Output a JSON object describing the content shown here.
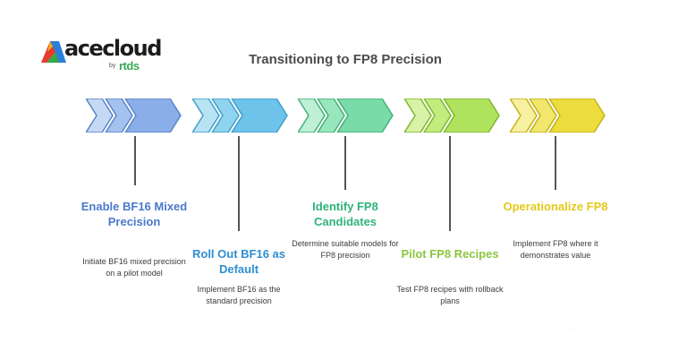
{
  "logo": {
    "wordmark": "acecloud",
    "by": "by",
    "brand": "rtds"
  },
  "title": "Transitioning to FP8 Precision",
  "steps": [
    {
      "heading": "Enable BF16 Mixed Precision",
      "description": "Initiate BF16 mixed precision on a pilot model",
      "colors": {
        "light": "#c5d9f5",
        "mid": "#a4c2ef",
        "dark": "#8aaee8",
        "edge": "#5d84c8",
        "text": "#4a79cc"
      }
    },
    {
      "heading": "Roll Out BF16 as Default",
      "description": "Implement BF16 as the standard precision",
      "colors": {
        "light": "#b7e3f3",
        "mid": "#8fd3ee",
        "dark": "#6ec3ea",
        "edge": "#3f9fcc",
        "text": "#2f8fcf"
      }
    },
    {
      "heading": "Identify FP8 Candidates",
      "description": "Determine suitable models for FP8 precision",
      "colors": {
        "light": "#bff0d5",
        "mid": "#98e6bb",
        "dark": "#79dba7",
        "edge": "#45b07a",
        "text": "#2fb27a"
      }
    },
    {
      "heading": "Pilot FP8 Recipes",
      "description": "Test FP8 recipes with rollback plans",
      "colors": {
        "light": "#d8f3a8",
        "mid": "#c3ec7f",
        "dark": "#afe25d",
        "edge": "#7fb72b",
        "text": "#8cc63f"
      }
    },
    {
      "heading": "Operationalize FP8",
      "description": "Implement FP8 where it demonstrates value",
      "colors": {
        "light": "#f7f0a0",
        "mid": "#f2e76c",
        "dark": "#ecdc3d",
        "edge": "#c3b21a",
        "text": "#e3c91a"
      }
    }
  ]
}
